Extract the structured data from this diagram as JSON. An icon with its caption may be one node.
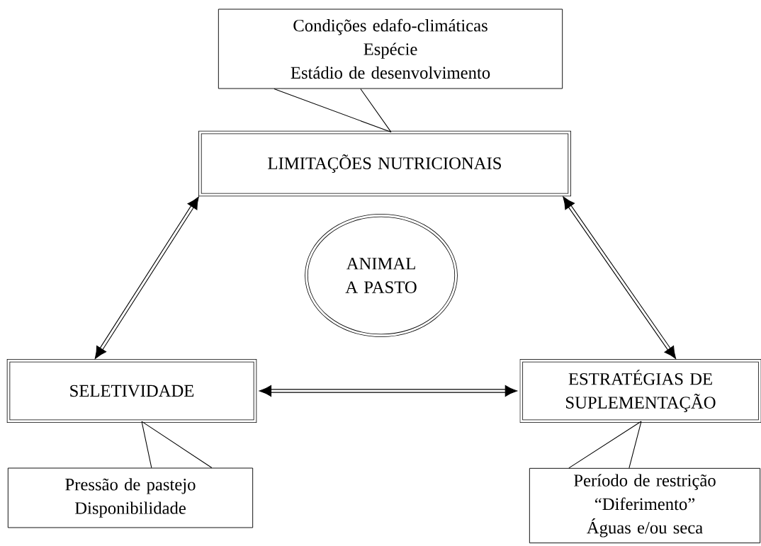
{
  "diagram": {
    "nodes": [
      {
        "text": [
          "Condições edafo-climáticas",
          "Espécie",
          "Estádio de desenvolvimento"
        ]
      },
      {
        "text": [
          "LIMITAÇÕES NUTRICIONAIS"
        ]
      },
      {
        "text": [
          "ANIMAL A PASTO"
        ]
      },
      {
        "text": [
          "SELETIVIDADE"
        ]
      },
      {
        "text": [
          "ESTRATÉGIAS DE SUPLEMENTAÇÃO"
        ]
      },
      {
        "text": [
          "Pressão de pastejo",
          "Disponibilidade"
        ]
      },
      {
        "text": [
          "Período de restrição",
          "“Diferimento”",
          "Águas e/ou seca"
        ]
      }
    ],
    "edges": [
      {
        "from": 0,
        "to": 1,
        "arrow": "none"
      },
      {
        "from": 1,
        "to": 3,
        "arrow": "both",
        "style": "thick"
      },
      {
        "from": 1,
        "to": 4,
        "arrow": "both",
        "style": "thick"
      },
      {
        "from": 3,
        "to": 4,
        "arrow": "both",
        "style": "thick"
      },
      {
        "from": 5,
        "to": 3,
        "arrow": "none"
      },
      {
        "from": 6,
        "to": 4,
        "arrow": "none"
      }
    ]
  }
}
